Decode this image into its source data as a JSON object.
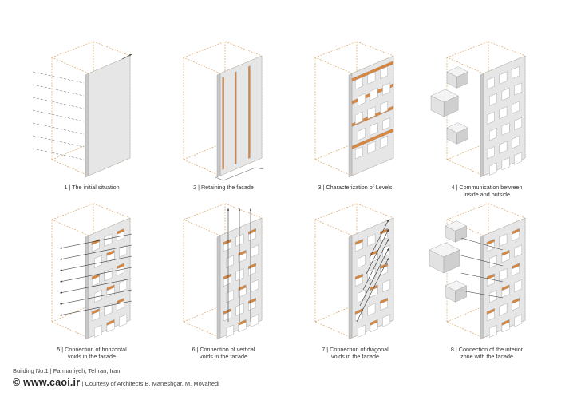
{
  "panels": [
    {
      "caption": "1 | The initial situation",
      "variant": "initial"
    },
    {
      "caption": "2 | Retaining the facade",
      "variant": "retain"
    },
    {
      "caption": "3 | Characterization of Levels",
      "variant": "levels"
    },
    {
      "caption": "4 | Communication between\ninside and outside",
      "variant": "communication"
    },
    {
      "caption": "5 | Connection of horizontal\nvoids in the facade",
      "variant": "horizontal"
    },
    {
      "caption": "6 | Connection of vertical\nvoids in the facade",
      "variant": "vertical"
    },
    {
      "caption": "7 | Connection of diagonal\nvoids in the facade",
      "variant": "diagonal"
    },
    {
      "caption": "8 | Connection of the interior\nzone with the facade",
      "variant": "interior"
    }
  ],
  "footer": {
    "project": "Building No.1",
    "location": "Farmaniyeh, Tehran, Iran",
    "logo": "© www.caoi.ir",
    "credit": "Courtesy of Architects B. Maneshgar,  M. Movahedi"
  },
  "colors": {
    "wireframe": "#d9a66a",
    "facade": "#e6e6e6",
    "facade_side": "#c8c8c8",
    "accent": "#d9853b",
    "arrow": "#333333"
  }
}
